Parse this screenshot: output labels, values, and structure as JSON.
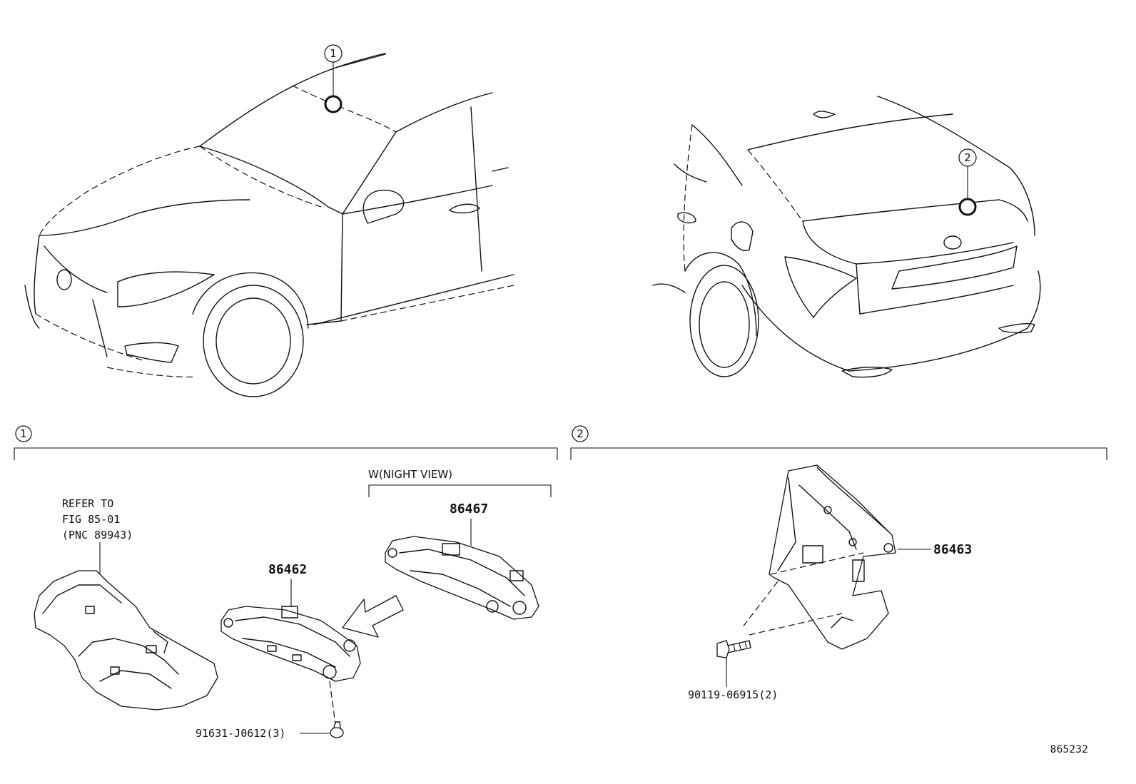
{
  "callouts": {
    "one": "1",
    "two": "2"
  },
  "sections": [
    {
      "marker": "1"
    },
    {
      "marker": "2"
    }
  ],
  "notes": {
    "refer_line1": "REFER TO",
    "refer_line2": "FIG 85-01",
    "refer_line3": "(PNC 89943)",
    "variant_label": "W(NIGHT VIEW)"
  },
  "parts": {
    "p86462": "86462",
    "p86467": "86467",
    "p86463": "86463",
    "screw_left": "91631-J0612(3)",
    "bolt_right": "90119-06915(2)"
  },
  "illustration_id": "865232"
}
